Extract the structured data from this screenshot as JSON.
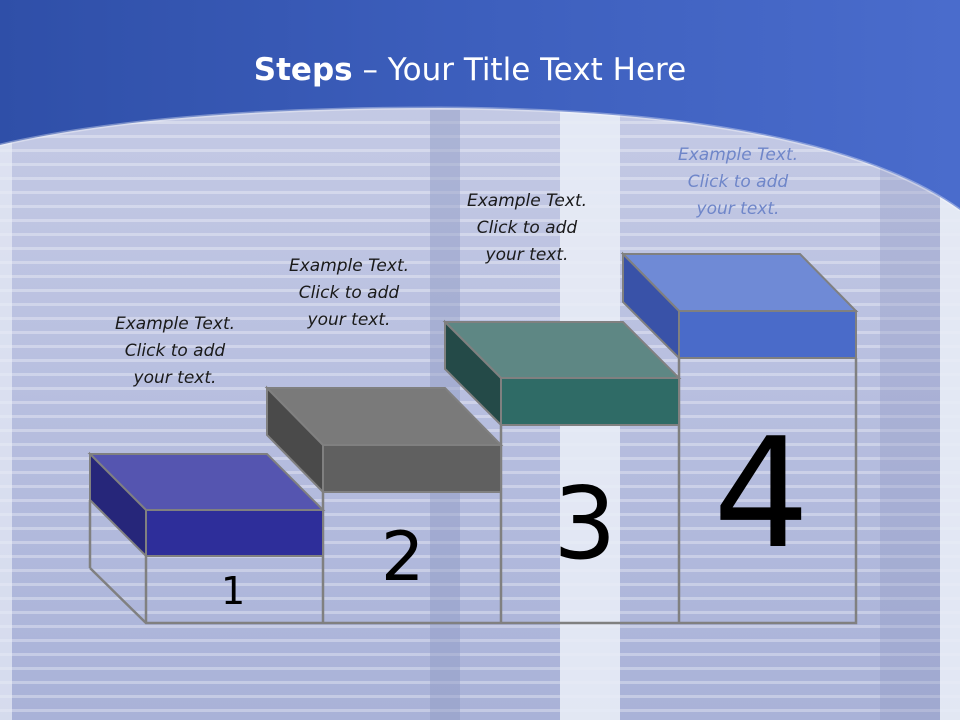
{
  "title": {
    "strong": "Steps",
    "rest": " – Your Title Text Here"
  },
  "steps": [
    {
      "number": "1",
      "lines": [
        "Example Text.",
        "Click  to add",
        "your text."
      ],
      "color": "#2e2e9a"
    },
    {
      "number": "2",
      "lines": [
        "Example Text.",
        "Click  to add",
        "your text."
      ],
      "color": "#606060"
    },
    {
      "number": "3",
      "lines": [
        "Example Text.",
        "Click  to add",
        "your text."
      ],
      "color": "#2f6b66"
    },
    {
      "number": "4",
      "lines": [
        "Example Text.",
        "Click  to add",
        "your text."
      ],
      "color": "#4a6bc9"
    }
  ],
  "colors": {
    "banner": "#3b5cb8",
    "step_outline": "#808080"
  }
}
